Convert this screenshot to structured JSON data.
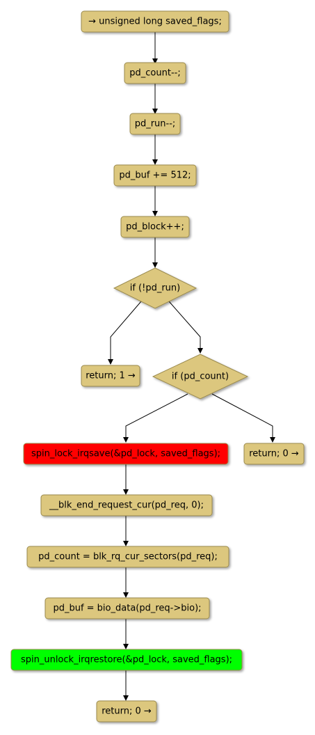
{
  "colors": {
    "node_fill": "#dcc77e",
    "node_stroke": "#9a8a4e",
    "highlight_red": "#ff0000",
    "highlight_green": "#00ff00",
    "edge": "#000000"
  },
  "nodes": {
    "decl": "→ unsigned long saved_flags;",
    "count_dec": "pd_count--;",
    "run_dec": "pd_run--;",
    "buf_inc": "pd_buf += 512;",
    "block_inc": "pd_block++;",
    "if_run": "if (!pd_run)",
    "return_1": "return; 1 →",
    "if_count": "if (pd_count)",
    "spin_lock": "spin_lock_irqsave(&pd_lock, saved_flags);",
    "return_0_a": "return; 0 →",
    "blk_end": "__blk_end_request_cur(pd_req, 0);",
    "count_assign": "pd_count = blk_rq_cur_sectors(pd_req);",
    "buf_assign": "pd_buf = bio_data(pd_req->bio);",
    "spin_unlock": "spin_unlock_irqrestore(&pd_lock, saved_flags);",
    "return_0_b": "return; 0 →"
  }
}
